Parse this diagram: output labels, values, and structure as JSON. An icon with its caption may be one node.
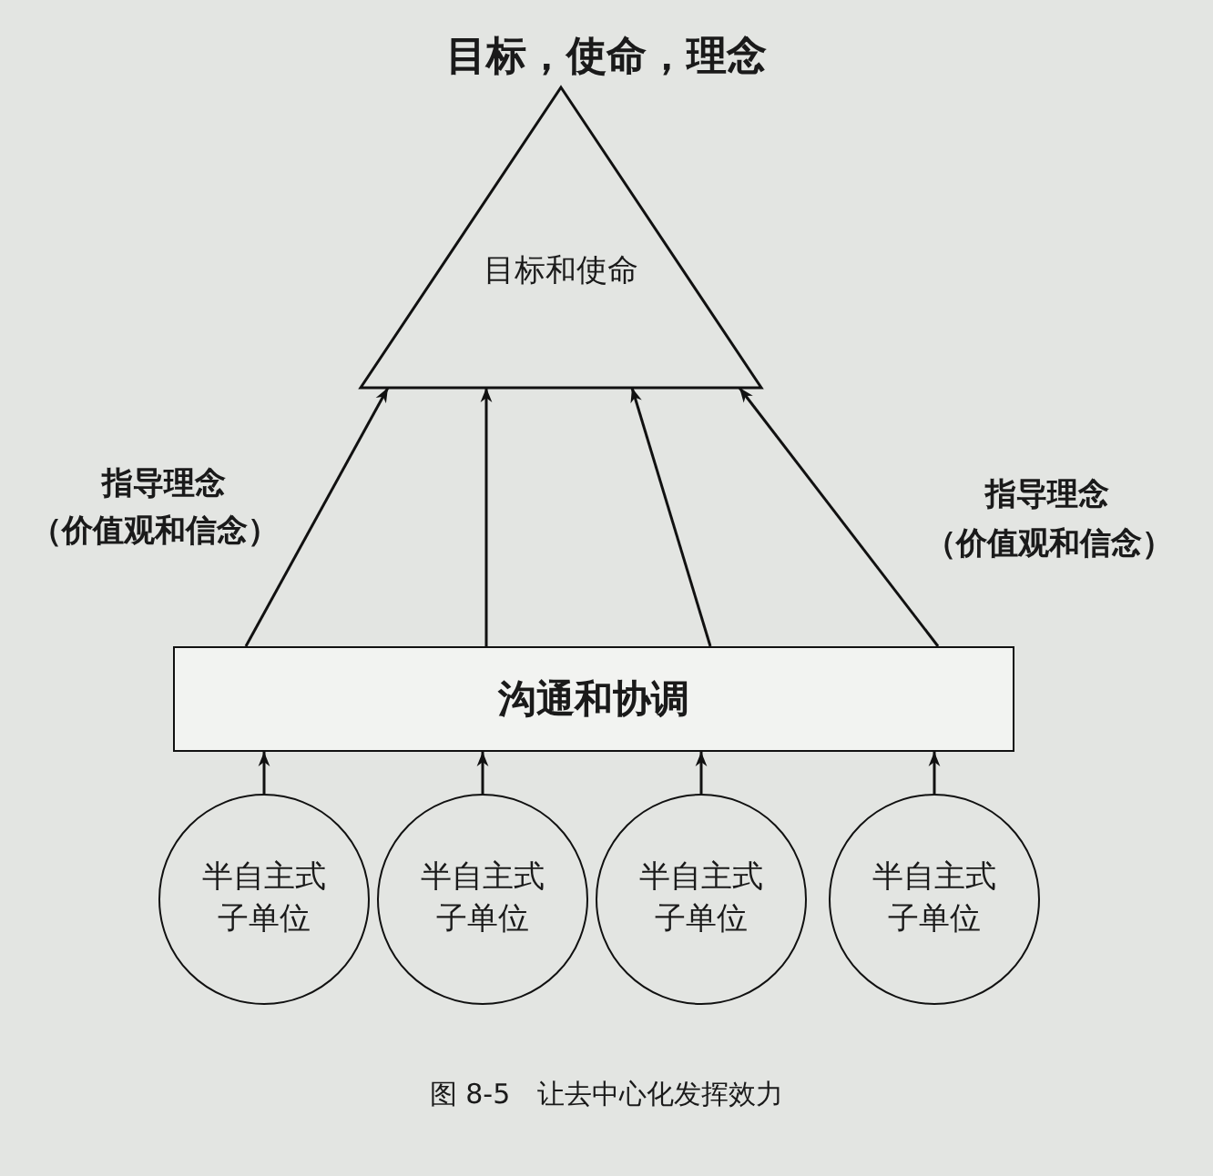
{
  "diagram": {
    "title": "目标，使命，理念",
    "caption": "图 8-5　让去中心化发挥效力",
    "nodes": [
      {
        "text": [
          "目标和使命"
        ]
      },
      {
        "text": [
          "沟通和协调"
        ]
      },
      {
        "text": [
          "半自主式子单位"
        ]
      },
      {
        "text": [
          "半自主式子单位"
        ]
      },
      {
        "text": [
          "半自主式子单位"
        ]
      },
      {
        "text": [
          "半自主式子单位"
        ]
      }
    ],
    "edges": [
      {
        "from": 1,
        "to": 0,
        "arrow": "to"
      },
      {
        "from": 1,
        "to": 0,
        "arrow": "to"
      },
      {
        "from": 1,
        "to": 0,
        "arrow": "to"
      },
      {
        "from": 1,
        "to": 0,
        "arrow": "to"
      },
      {
        "from": 2,
        "to": 1,
        "arrow": "to"
      },
      {
        "from": 3,
        "to": 1,
        "arrow": "to"
      },
      {
        "from": 4,
        "to": 1,
        "arrow": "to"
      },
      {
        "from": 5,
        "to": 1,
        "arrow": "to"
      }
    ],
    "labels": [
      "指导理念",
      "（价值观和信念）",
      "指导理念",
      "（价值观和信念）"
    ]
  }
}
